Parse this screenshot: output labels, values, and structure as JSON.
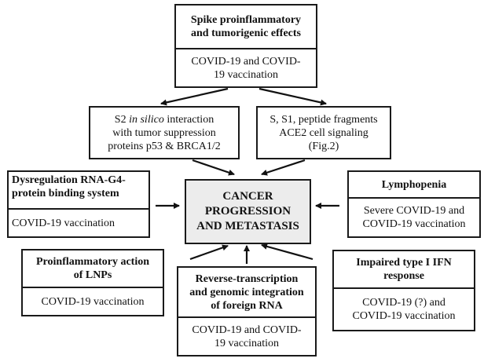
{
  "spike_box": {
    "title_line1": "Spike proinflammatory",
    "title_line2": "and tumorigenic effects",
    "body_line1": "COVID-19 and COVID-",
    "body_line2": "19 vaccination"
  },
  "s2_box": {
    "line1_pre": "S2 ",
    "line1_italic": "in silico",
    "line1_post": " interaction",
    "line2": "with tumor suppression",
    "line3": "proteins p53 & BRCA1/2"
  },
  "s1_box": {
    "line1": "S, S1, peptide fragments",
    "line2": "ACE2 cell signaling",
    "line3": "(Fig.2)"
  },
  "center_box": {
    "line1": "CANCER",
    "line2": "PROGRESSION",
    "line3": "AND METASTASIS"
  },
  "rna_box": {
    "title_line1": "Dysregulation RNA-G4-",
    "title_line2": "protein binding system",
    "body": "COVID-19 vaccination"
  },
  "lympho_box": {
    "title": "Lymphopenia",
    "body_line1": "Severe COVID-19 and",
    "body_line2": "COVID-19 vaccination"
  },
  "lnp_box": {
    "title_line1": "Proinflammatory action",
    "title_line2": "of LNPs",
    "body": "COVID-19 vaccination"
  },
  "rt_box": {
    "title_line1": "Reverse-transcription",
    "title_line2": "and genomic integration",
    "title_line3": "of foreign RNA",
    "body_line1": "COVID-19 and COVID-",
    "body_line2": "19 vaccination"
  },
  "ifn_box": {
    "title_line1": "Impaired type I IFN",
    "title_line2": "response",
    "body_line1": "COVID-19 (?) and",
    "body_line2": "COVID-19 vaccination"
  },
  "colors": {
    "border": "#1a1a1a",
    "center_fill": "#ececec",
    "arrow": "#111111"
  }
}
